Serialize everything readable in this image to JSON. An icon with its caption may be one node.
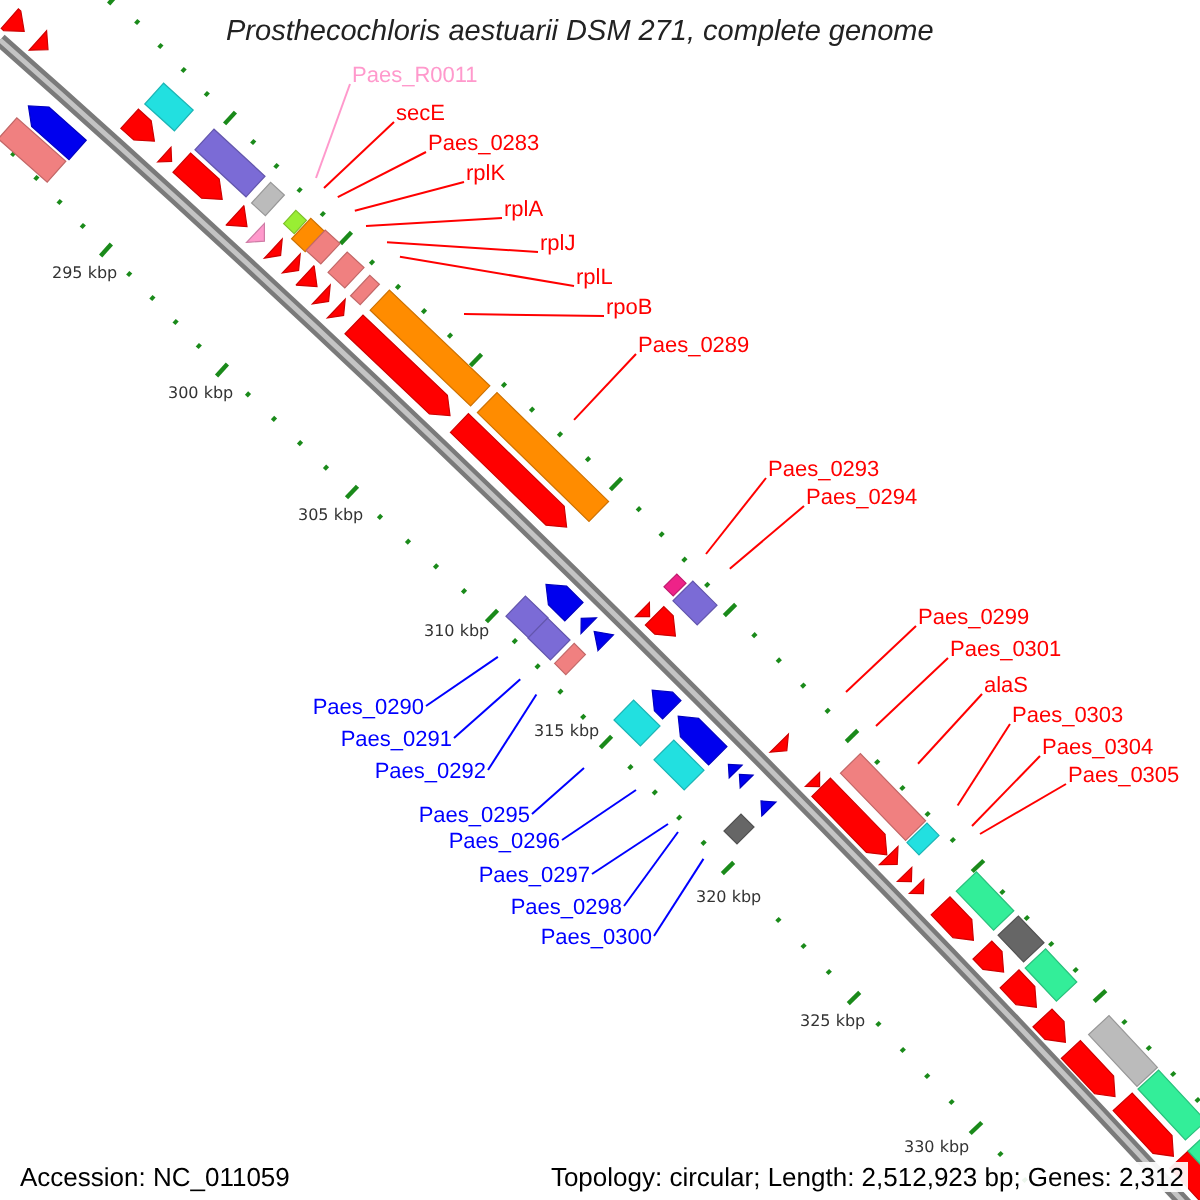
{
  "diagram": {
    "title": "Prosthecochloris aestuarii DSM 271, complete genome",
    "nodes": [
      {
        "text": [
          "Paes_R0011"
        ]
      },
      {
        "text": [
          "secE"
        ]
      },
      {
        "text": [
          "Paes_0283"
        ]
      },
      {
        "text": [
          "rplK"
        ]
      },
      {
        "text": [
          "rplA"
        ]
      },
      {
        "text": [
          "rplJ"
        ]
      },
      {
        "text": [
          "rplL"
        ]
      },
      {
        "text": [
          "rpoB"
        ]
      },
      {
        "text": [
          "Paes_0289"
        ]
      },
      {
        "text": [
          "Paes_0293"
        ]
      },
      {
        "text": [
          "Paes_0294"
        ]
      },
      {
        "text": [
          "Paes_0299"
        ]
      },
      {
        "text": [
          "Paes_0301"
        ]
      },
      {
        "text": [
          "alaS"
        ]
      },
      {
        "text": [
          "Paes_0290"
        ]
      },
      {
        "text": [
          "Paes_0303"
        ]
      },
      {
        "text": [
          "Paes_0291"
        ]
      },
      {
        "text": [
          "Paes_0304"
        ]
      },
      {
        "text": [
          "Paes_0292"
        ]
      },
      {
        "text": [
          "Paes_0305"
        ]
      },
      {
        "text": [
          "Paes_0295"
        ]
      },
      {
        "text": [
          "Paes_0296"
        ]
      },
      {
        "text": [
          "Paes_0297"
        ]
      },
      {
        "text": [
          "Paes_0298"
        ]
      },
      {
        "text": [
          "Paes_0300"
        ]
      }
    ],
    "edges": [
      {
        "from": 0,
        "to": null,
        "arrow": "none",
        "color": "#ff99cc"
      },
      {
        "from": 1,
        "to": null,
        "arrow": "none"
      },
      {
        "from": 2,
        "to": null,
        "arrow": "none"
      },
      {
        "from": 3,
        "to": null,
        "arrow": "none"
      },
      {
        "from": 4,
        "to": null,
        "arrow": "none"
      },
      {
        "from": 5,
        "to": null,
        "arrow": "none"
      },
      {
        "from": 6,
        "to": null,
        "arrow": "none"
      },
      {
        "from": 7,
        "to": null,
        "arrow": "none"
      },
      {
        "from": 8,
        "to": null,
        "arrow": "none"
      },
      {
        "from": 9,
        "to": null,
        "arrow": "none"
      },
      {
        "from": 10,
        "to": null,
        "arrow": "none"
      },
      {
        "from": 11,
        "to": null,
        "arrow": "none"
      },
      {
        "from": 12,
        "to": null,
        "arrow": "none"
      },
      {
        "from": 13,
        "to": null,
        "arrow": "none"
      },
      {
        "from": 14,
        "to": null,
        "arrow": "none",
        "color": "#0000ff"
      },
      {
        "from": 15,
        "to": null,
        "arrow": "none"
      },
      {
        "from": 16,
        "to": null,
        "arrow": "none",
        "color": "#0000ff"
      },
      {
        "from": 17,
        "to": null,
        "arrow": "none"
      },
      {
        "from": 18,
        "to": null,
        "arrow": "none",
        "color": "#0000ff"
      },
      {
        "from": 19,
        "to": null,
        "arrow": "none"
      },
      {
        "from": 20,
        "to": null,
        "arrow": "none",
        "color": "#0000ff"
      },
      {
        "from": 21,
        "to": null,
        "arrow": "none",
        "color": "#0000ff"
      },
      {
        "from": 22,
        "to": null,
        "arrow": "none",
        "color": "#0000ff"
      },
      {
        "from": 23,
        "to": null,
        "arrow": "none",
        "color": "#0000ff"
      },
      {
        "from": 24,
        "to": null,
        "arrow": "none",
        "color": "#0000ff"
      }
    ],
    "labels": [
      "295 kbp",
      "300 kbp",
      "305 kbp",
      "310 kbp",
      "315 kbp",
      "320 kbp",
      "325 kbp",
      "330 kbp",
      "Accession: NC_011059",
      "Topology: circular; Length: 2,512,923 bp; Genes: 2,312"
    ]
  }
}
